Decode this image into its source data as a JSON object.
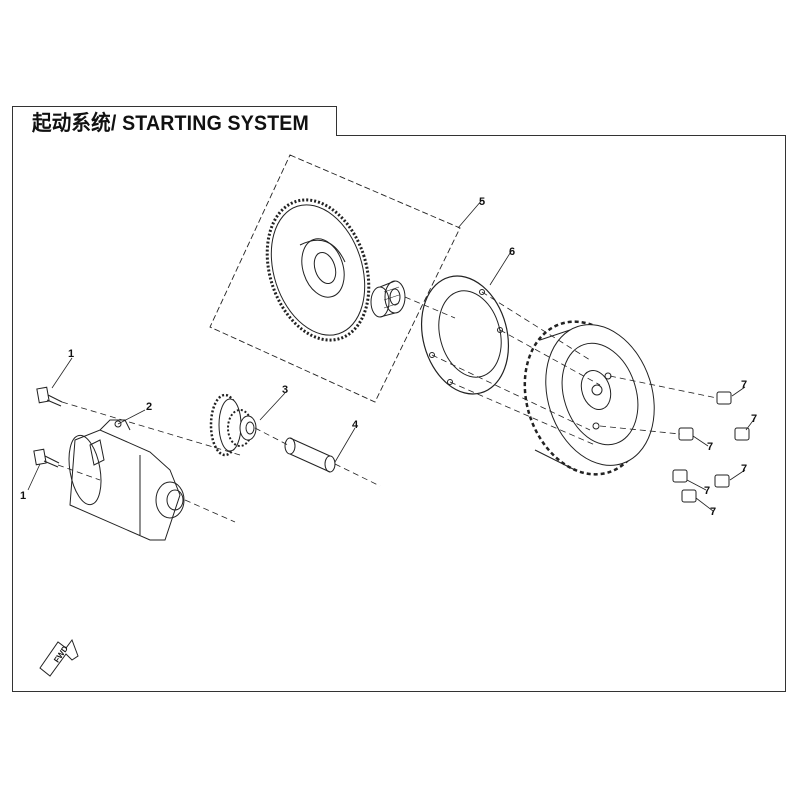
{
  "title": "起动系统/ STARTING SYSTEM",
  "callouts": {
    "c1a": "1",
    "c1b": "1",
    "c2": "2",
    "c3": "3",
    "c4": "4",
    "c5": "5",
    "c6": "6",
    "c7a": "7",
    "c7b": "7",
    "c7c": "7",
    "c7d": "7",
    "c7e": "7",
    "c7f": "7"
  },
  "fwd_label": "FWD"
}
